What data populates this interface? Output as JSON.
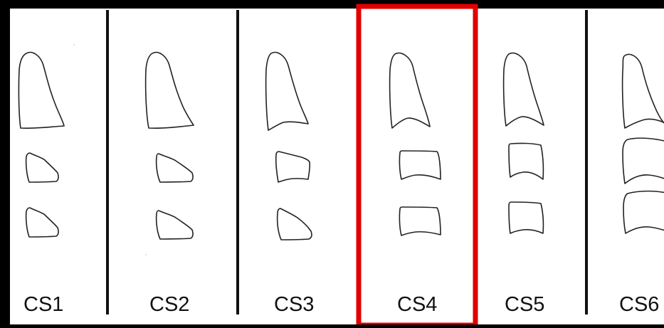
{
  "stages": [
    {
      "label": "CS1"
    },
    {
      "label": "CS2"
    },
    {
      "label": "CS3"
    },
    {
      "label": "CS4"
    },
    {
      "label": "CS5"
    },
    {
      "label": "CS6"
    }
  ],
  "highlighted_stage": "CS4",
  "colors": {
    "panel_background": "#ffffff",
    "frame": "#000000",
    "outline": "#222222",
    "highlight": "#e00000"
  }
}
